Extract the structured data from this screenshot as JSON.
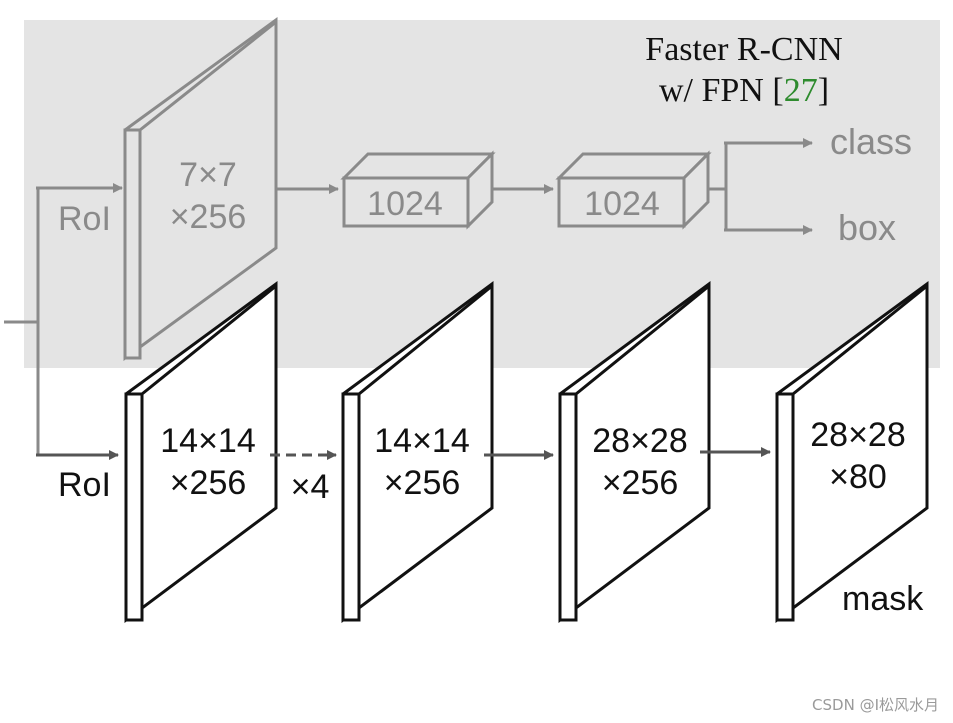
{
  "colors": {
    "panel": "#e4e4e4",
    "gray": "#8a8a8a",
    "black": "#111111",
    "ref_green": "#2e8b2e"
  },
  "header": {
    "line1": "Faster R-CNN",
    "line2_prefix": "w/ FPN [",
    "line2_ref": "27",
    "line2_suffix": "]"
  },
  "top_branch": {
    "roi_label": "RoI",
    "feature_line1": "7×7",
    "feature_line2": "×256",
    "fc1_label": "1024",
    "fc2_label": "1024",
    "output_class": "class",
    "output_box": "box"
  },
  "mask_branch": {
    "roi_label": "RoI",
    "repeat_label": "×4",
    "block1_line1": "14×14",
    "block1_line2": "×256",
    "block2_line1": "14×14",
    "block2_line2": "×256",
    "block3_line1": "28×28",
    "block3_line2": "×256",
    "block4_line1": "28×28",
    "block4_line2": "×80",
    "output_mask": "mask"
  },
  "watermark": "CSDN @I松风水月"
}
